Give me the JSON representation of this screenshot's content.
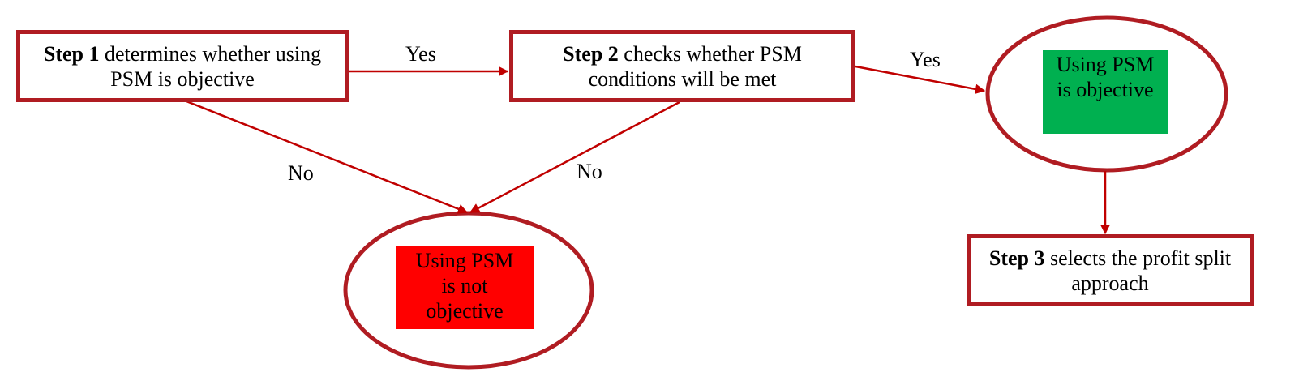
{
  "step1": {
    "bold": "Step 1",
    "rest": " determines whether using",
    "line2": "PSM is objective"
  },
  "step2": {
    "bold": "Step 2",
    "rest": " checks whether PSM",
    "line2": "conditions will be met"
  },
  "step3": {
    "bold": "Step 3",
    "rest": " selects the profit split",
    "line2": "approach"
  },
  "outcome_yes": {
    "line1": "Using PSM",
    "line2": "is objective",
    "fill_color": "#00b050"
  },
  "outcome_no": {
    "line1": "Using PSM",
    "line2": "is not",
    "line3": "objective",
    "fill_color": "#ff0000"
  },
  "edges": {
    "step1_to_step2": "Yes",
    "step2_to_yes": "Yes",
    "step1_to_no": "No",
    "step2_to_no": "No"
  },
  "colors": {
    "outline": "#b01c22",
    "arrow": "#c00000"
  }
}
